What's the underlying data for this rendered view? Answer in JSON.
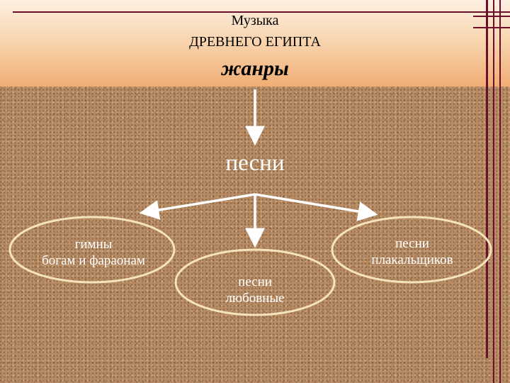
{
  "header": {
    "line1": "Музыка",
    "line2": "ДРЕВНЕГО ЕГИПТА",
    "line3": "жанры"
  },
  "diagram": {
    "center_label": "песни",
    "nodes": [
      {
        "line1": "гимны",
        "line2": "богам и фараонам"
      },
      {
        "line1": "песни",
        "line2": "любовные"
      },
      {
        "line1": "песни",
        "line2": "плакальщиков"
      }
    ]
  },
  "colors": {
    "header_top": "#fdf0e2",
    "header_bottom": "#f1ad74",
    "background": "#b68a62",
    "frame_rule": "#6b0f2a",
    "ellipse_stroke": "#f6e3bd",
    "arrow": "#ffffff"
  }
}
